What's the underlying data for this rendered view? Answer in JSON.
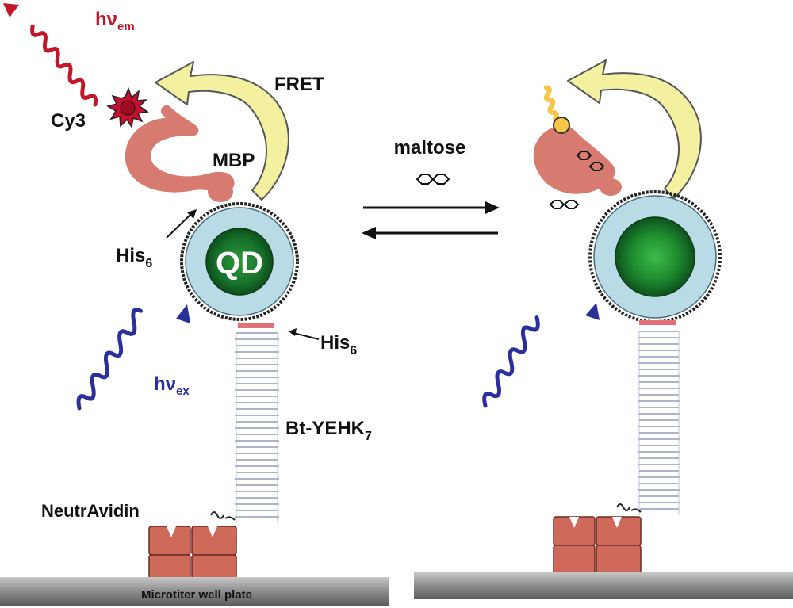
{
  "labels": {
    "hv": "hν",
    "em_sub": "em",
    "ex_sub": "ex",
    "cy3": "Cy3",
    "fret": "FRET",
    "mbp": "MBP",
    "maltose": "maltose",
    "his": "His",
    "his_sub": "6",
    "qd": "QD",
    "linker": "Bt-YEHK",
    "linker_sub": "7",
    "neutravidin": "NeutrAvidin",
    "plate": "Microtiter well plate"
  },
  "colors": {
    "emission_wave": "#c0182a",
    "excitation_wave": "#2a2f9a",
    "fret_arrow": "#f3f0a0",
    "mbp": "#d77a70",
    "cy3_star": "#c8102e",
    "qd_core": "#1f7a2e",
    "qd_shell": "#b9dbe6",
    "block": "#cf6a5a",
    "plate": "#8a8a8a"
  }
}
